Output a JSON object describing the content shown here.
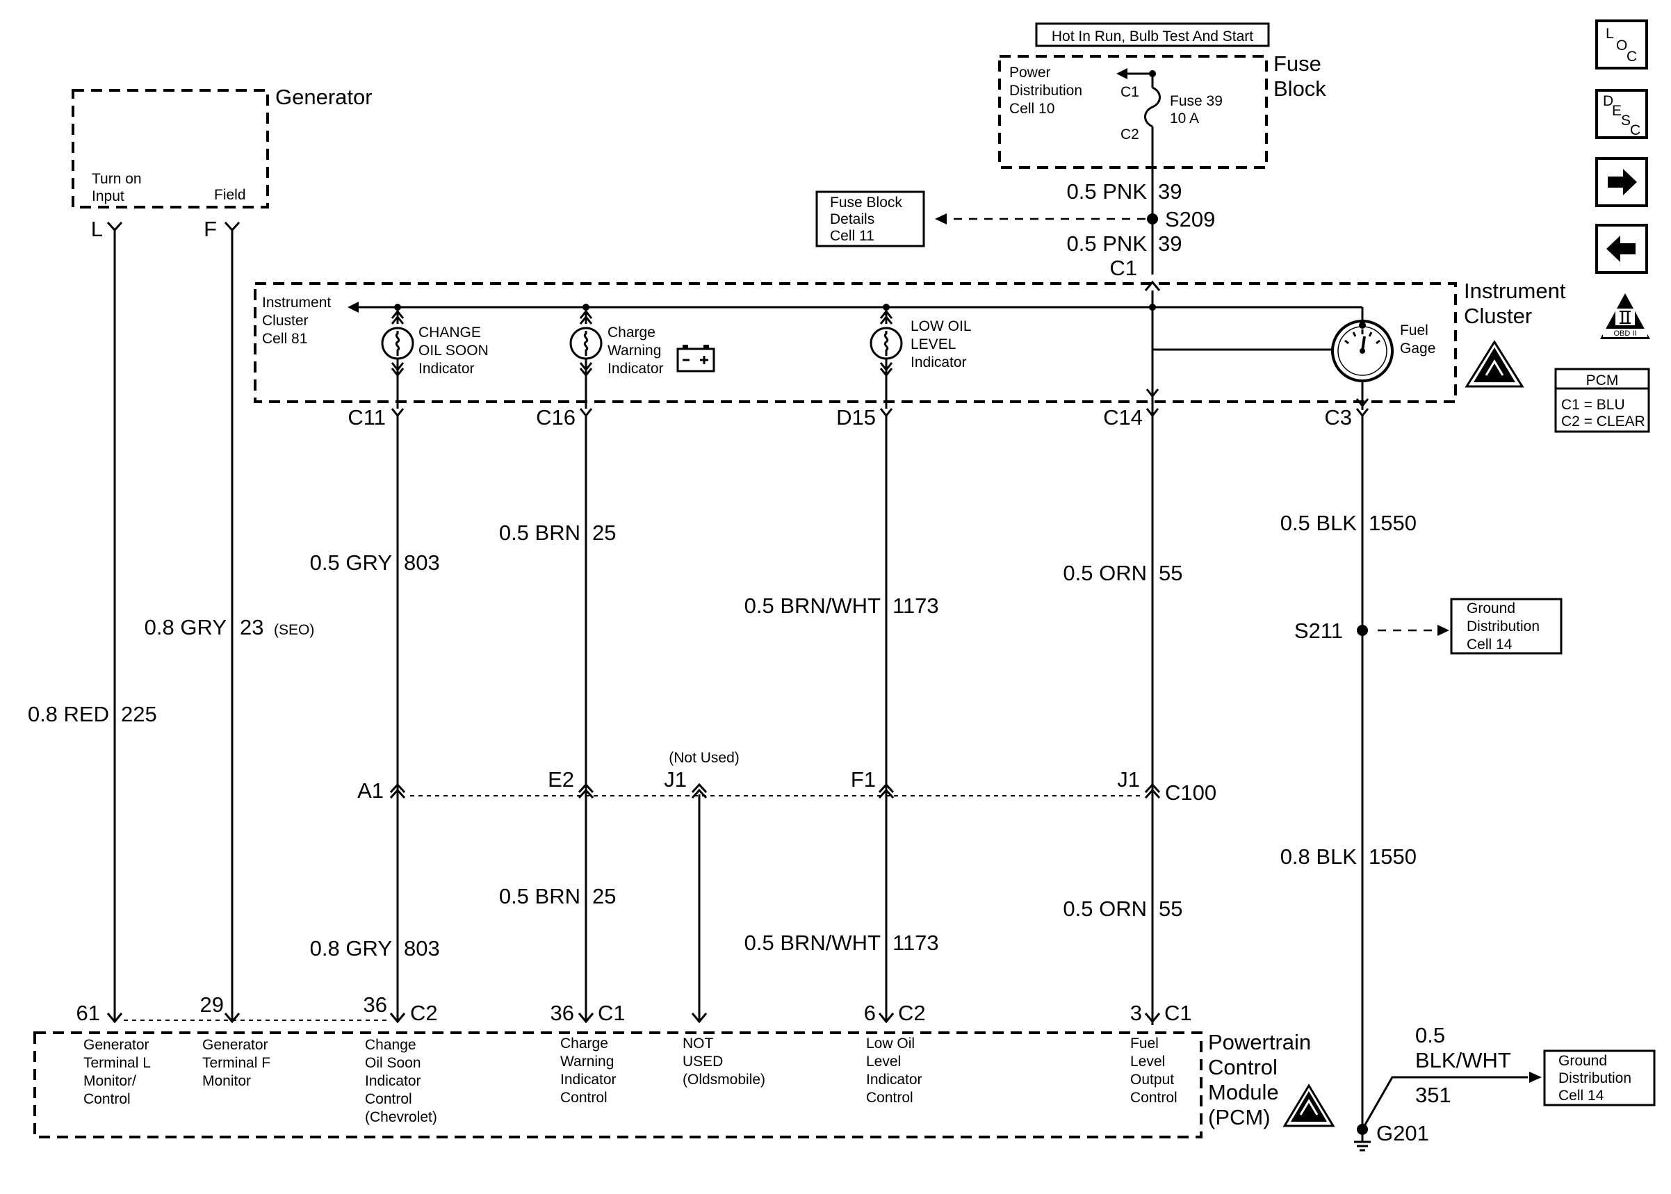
{
  "power": {
    "header": "Hot In Run, Bulb Test And Start",
    "fuse_block_label": [
      "Fuse",
      "Block"
    ],
    "power_dist": [
      "Power",
      "Distribution",
      "Cell 10"
    ],
    "c1": "C1",
    "c2": "C2",
    "fuse_name": "Fuse 39",
    "fuse_rating": "10 A",
    "wire_upper": "0.5 PNK",
    "wire_upper_num": "39",
    "splice": "S209",
    "wire_lower": "0.5 PNK",
    "wire_lower_num": "39",
    "cluster_conn": "C1",
    "details_box": [
      "Fuse Block",
      "Details",
      "Cell 11"
    ]
  },
  "generator": {
    "label": "Generator",
    "turn_on": [
      "Turn on",
      "Input"
    ],
    "field": "Field",
    "pin_l": "L",
    "pin_f": "F",
    "wire_l": "0.8 RED",
    "wire_l_num": "225",
    "wire_f": "0.8 GRY",
    "wire_f_num": "23",
    "wire_f_note": "(SEO)"
  },
  "cluster": {
    "label": [
      "Instrument",
      "Cluster"
    ],
    "cell": [
      "Instrument",
      "Cluster",
      "Cell 81"
    ],
    "change_oil": [
      "CHANGE",
      "OIL SOON",
      "Indicator"
    ],
    "charge": [
      "Charge",
      "Warning",
      "Indicator"
    ],
    "low_oil": [
      "LOW OIL",
      "LEVEL",
      "Indicator"
    ],
    "fuel_gage": [
      "Fuel",
      "Gage"
    ],
    "connectors": [
      "C11",
      "C16",
      "D15",
      "C14",
      "C3"
    ]
  },
  "wires_upper": [
    {
      "color": "0.5 GRY",
      "num": "803"
    },
    {
      "color": "0.5 BRN",
      "num": "25"
    },
    {
      "color": "0.5 BRN/WHT",
      "num": "1173"
    },
    {
      "color": "0.5 ORN",
      "num": "55"
    },
    {
      "color": "0.5 BLK",
      "num": "1550"
    }
  ],
  "c100": {
    "label": "C100",
    "pins": [
      "A1",
      "E2",
      "J1",
      "F1",
      "J1"
    ],
    "not_used": "(Not Used)"
  },
  "wires_lower": [
    {
      "color": "0.8 GRY",
      "num": "803"
    },
    {
      "color": "0.5 BRN",
      "num": "25"
    },
    {
      "color": "0.5 BRN/WHT",
      "num": "1173"
    },
    {
      "color": "0.5 ORN",
      "num": "55"
    },
    {
      "color": "0.8 BLK",
      "num": "1550"
    }
  ],
  "ground": {
    "splice": "S211",
    "dist_box": [
      "Ground",
      "Distribution",
      "Cell 14"
    ],
    "ground_label": "G201",
    "pcm_wire": [
      "0.5",
      "BLK/WHT"
    ],
    "pcm_wire_num": "351",
    "dist_box2": [
      "Ground",
      "Distribution",
      "Cell 14"
    ]
  },
  "pcm": {
    "label": [
      "Powertrain",
      "Control",
      "Module",
      "(PCM)"
    ],
    "pins": [
      {
        "num": "61",
        "conn": "",
        "desc": [
          "Generator",
          "Terminal L",
          "Monitor/",
          "Control"
        ]
      },
      {
        "num": "29",
        "conn": "",
        "desc": [
          "Generator",
          "Terminal F",
          "Monitor"
        ]
      },
      {
        "num": "36",
        "conn": "C2",
        "desc": [
          "Change",
          "Oil Soon",
          "Indicator",
          "Control",
          "(Chevrolet)"
        ]
      },
      {
        "num": "36",
        "conn": "C1",
        "desc": [
          "Charge",
          "Warning",
          "Indicator",
          "Control"
        ]
      },
      {
        "num": "",
        "conn": "",
        "desc": [
          "NOT",
          "USED",
          "(Oldsmobile)"
        ]
      },
      {
        "num": "6",
        "conn": "C2",
        "desc": [
          "Low Oil",
          "Level",
          "Indicator",
          "Control"
        ]
      },
      {
        "num": "3",
        "conn": "C1",
        "desc": [
          "Fuel",
          "Level",
          "Output",
          "Control"
        ]
      }
    ]
  },
  "side": {
    "loc": [
      "L",
      "O",
      "C"
    ],
    "desc": [
      "D",
      "E",
      "S",
      "C"
    ],
    "obd": "OBD II",
    "pcm_title": "PCM",
    "pcm_c1": "C1 = BLU",
    "pcm_c2": "C2 = CLEAR"
  }
}
